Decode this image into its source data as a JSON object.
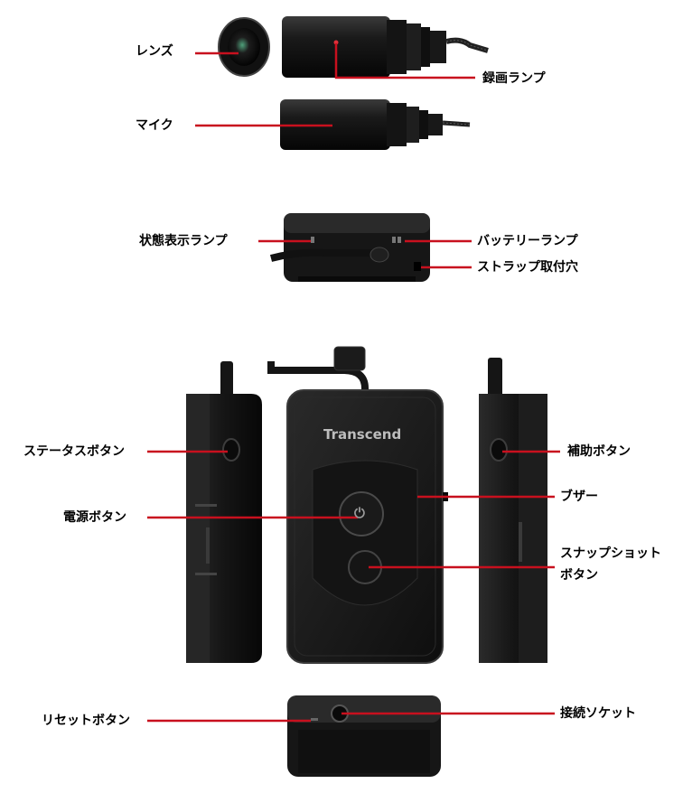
{
  "labels": {
    "lens": "レンズ",
    "rec_lamp": "録画ランプ",
    "mic": "マイク",
    "status_lamp": "状態表示ランプ",
    "battery_lamp": "バッテリーランプ",
    "strap_hole": "ストラップ取付穴",
    "status_button": "ステータスボタン",
    "aux_button": "補助ボタン",
    "buzzer": "ブザー",
    "power_button": "電源ボタン",
    "snapshot_button_line1": "スナップショット",
    "snapshot_button_line2": "ボタン",
    "reset_button": "リセットボタン",
    "connector_socket": "接続ソケット"
  },
  "device": {
    "brand": "Transcend",
    "power_glyph": "⏻"
  },
  "colors": {
    "leader": "#c8101e",
    "body": "#1c1c1c",
    "body_dark": "#0d0d0d",
    "body_edge": "#3a3a3a"
  }
}
